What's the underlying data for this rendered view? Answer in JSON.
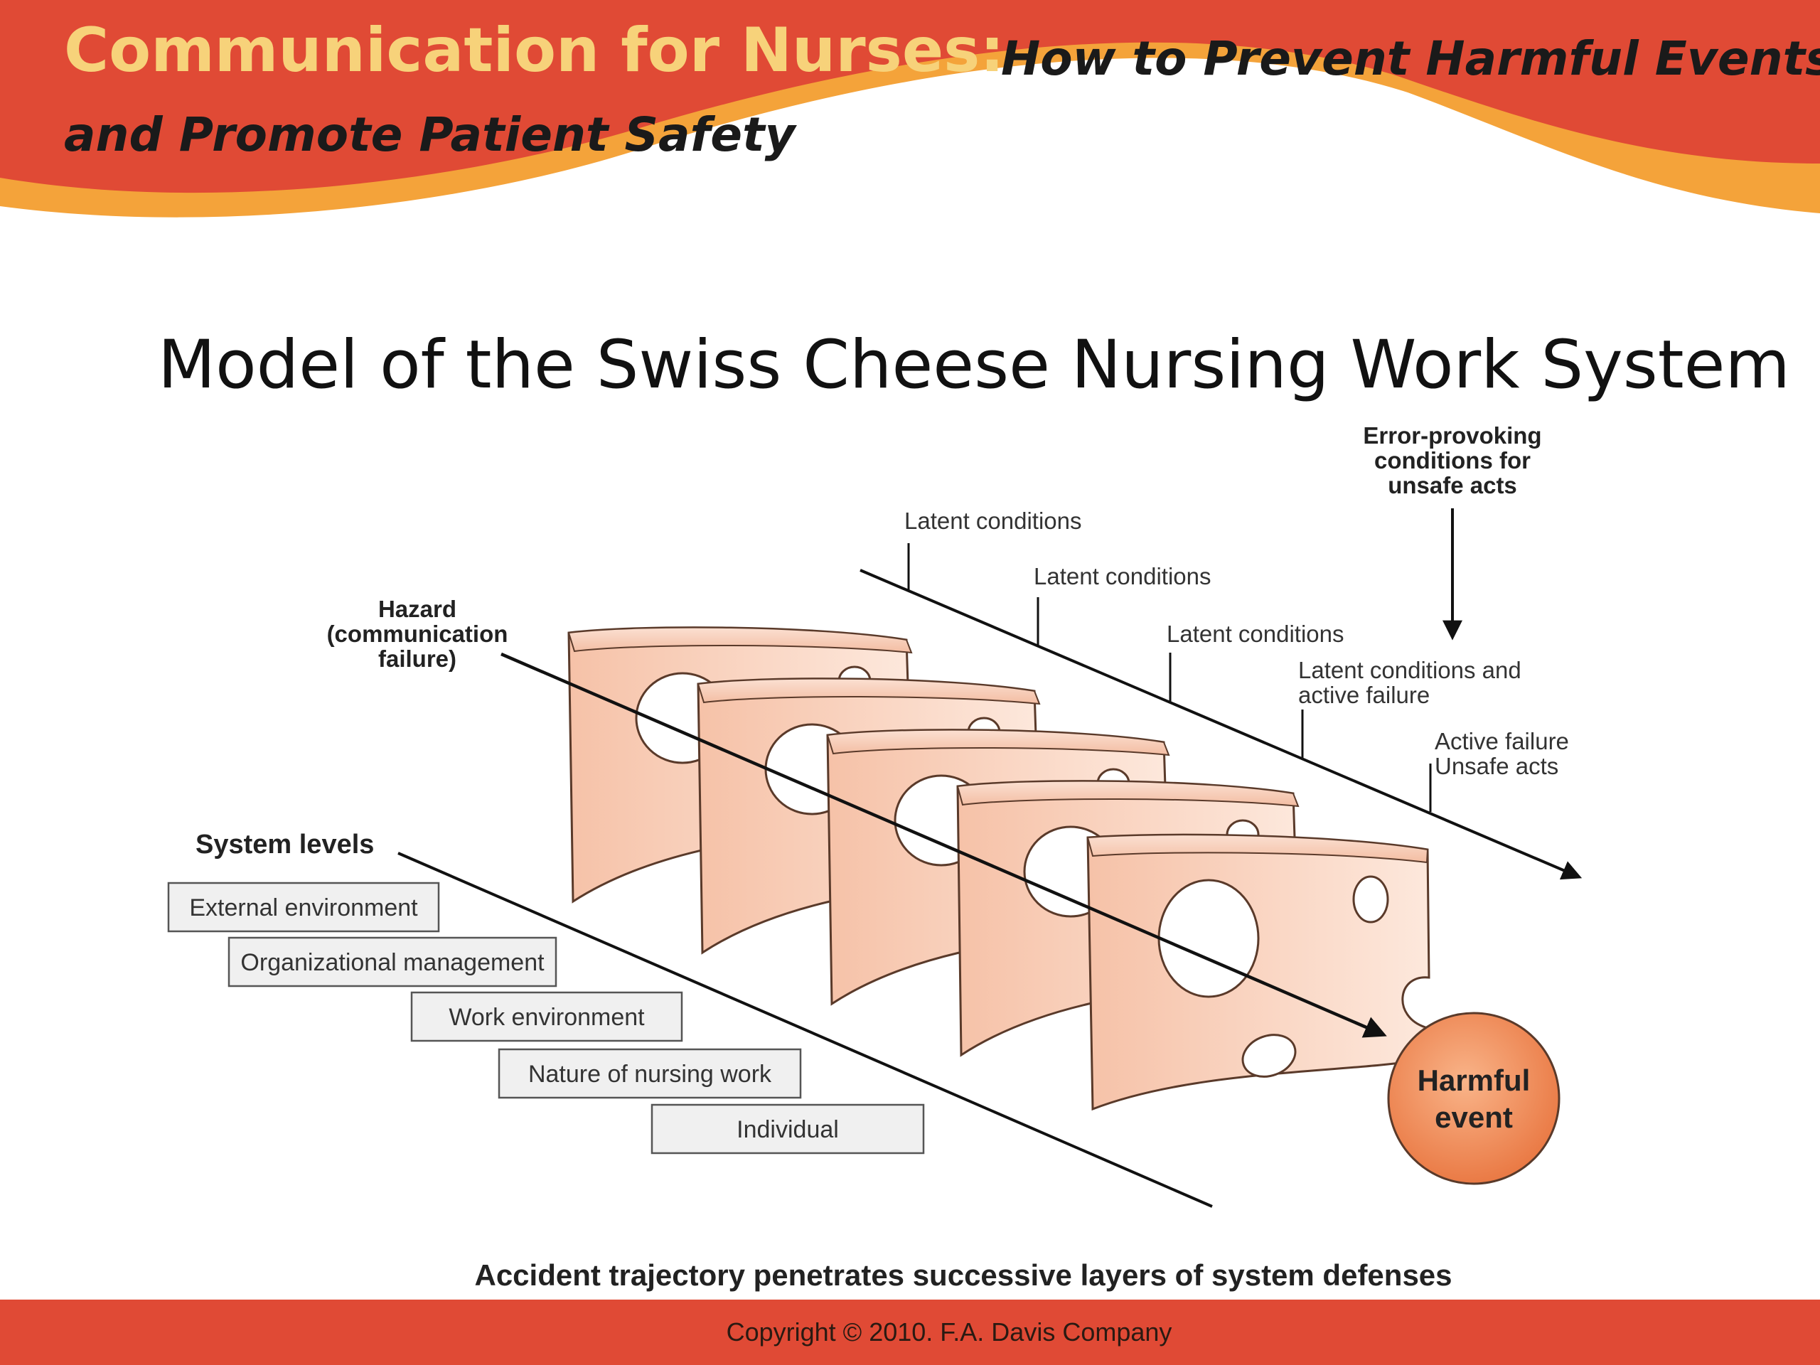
{
  "header": {
    "title_main": "Communication for Nurses:",
    "title_sub_line1": "How to Prevent Harmful Events",
    "title_sub_line2": "and Promote Patient Safety"
  },
  "slide_title": "Model of the Swiss Cheese Nursing Work System",
  "diagram": {
    "error_provoking_lines": [
      "Error-provoking",
      "conditions for",
      "unsafe acts"
    ],
    "hazard_lines": [
      "Hazard",
      "(communication",
      "failure)"
    ],
    "latent_labels": [
      "Latent conditions",
      "Latent conditions",
      "Latent conditions"
    ],
    "latent_active_lines": [
      "Latent conditions and",
      "active failure"
    ],
    "active_lines": [
      "Active failure",
      "Unsafe acts"
    ],
    "system_levels_title": "System levels",
    "system_levels": [
      "External environment",
      "Organizational management",
      "Work environment",
      "Nature of nursing work",
      "Individual"
    ],
    "harmful_event_lines": [
      "Harmful",
      "event"
    ],
    "caption": "Accident trajectory penetrates successive layers of system defenses"
  },
  "footer": {
    "copyright": "Copyright © 2010. F.A. Davis Company"
  },
  "colors": {
    "banner_red": "#e04a35",
    "banner_orange": "#f4a33a",
    "title_yellow": "#f7d27a",
    "cheese_face": "#f7cbb4",
    "harmful_event": "#f08a55"
  }
}
